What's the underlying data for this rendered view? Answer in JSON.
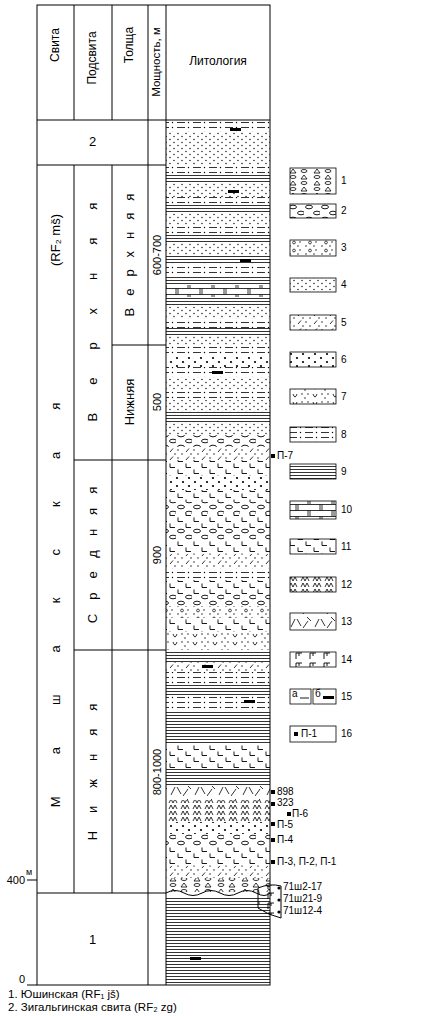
{
  "diagram": {
    "labels": [
      "Свита",
      "Подсвита",
      "Толща",
      "Мощность, м",
      "Литология",
      "2",
      "Машакская",
      "(RF₂ mš)",
      "Верхняя",
      "Верхняя",
      "600-700",
      "Нижняя",
      "500",
      "Средняя",
      "900",
      "Нижняя",
      "800-1000",
      "1",
      "400",
      "м",
      "0",
      "П-7",
      "898",
      "323",
      "П-5",
      "П-6",
      "П-4",
      "П-3, П-2, П-1",
      "71ш2-17",
      "71ш21-9",
      "71ш12-4",
      "а",
      "б",
      "П-1",
      "1. Юшинская (RF₁ jš)",
      "2. Зигальгинская свита (RF₂ zg)"
    ],
    "legend": [
      {
        "text": "1"
      },
      {
        "text": "2"
      },
      {
        "text": "3"
      },
      {
        "text": "4"
      },
      {
        "text": "5"
      },
      {
        "text": "6"
      },
      {
        "text": "7"
      },
      {
        "text": "8"
      },
      {
        "text": "9"
      },
      {
        "text": "10"
      },
      {
        "text": "11"
      },
      {
        "text": "12"
      },
      {
        "text": "13"
      },
      {
        "text": "14"
      },
      {
        "text": "15"
      },
      {
        "text": "16"
      }
    ]
  }
}
